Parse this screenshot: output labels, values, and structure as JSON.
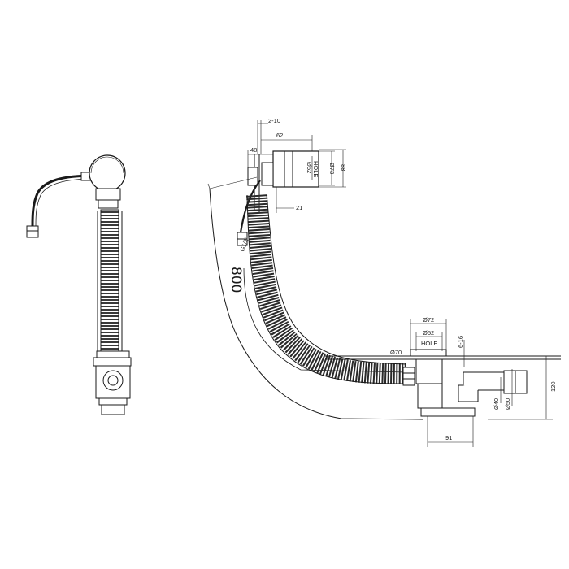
{
  "drawing": {
    "overall_length": "800",
    "dims": {
      "d_2_10": "2-10",
      "d_62": "62",
      "d_48": "48",
      "d_88": "88",
      "d_73": "Ø73",
      "d_52_top": "Ø52",
      "hole_top": "HOLE",
      "d_21": "21",
      "thread": "G1/2\"",
      "d_72": "Ø72",
      "d_52_bottom": "Ø52",
      "hole_bottom": "HOLE",
      "d_70": "Ø70",
      "d_6_16": "6-16",
      "d_40": "Ø40",
      "d_50": "Ø50",
      "d_120": "120",
      "d_91": "91"
    }
  }
}
